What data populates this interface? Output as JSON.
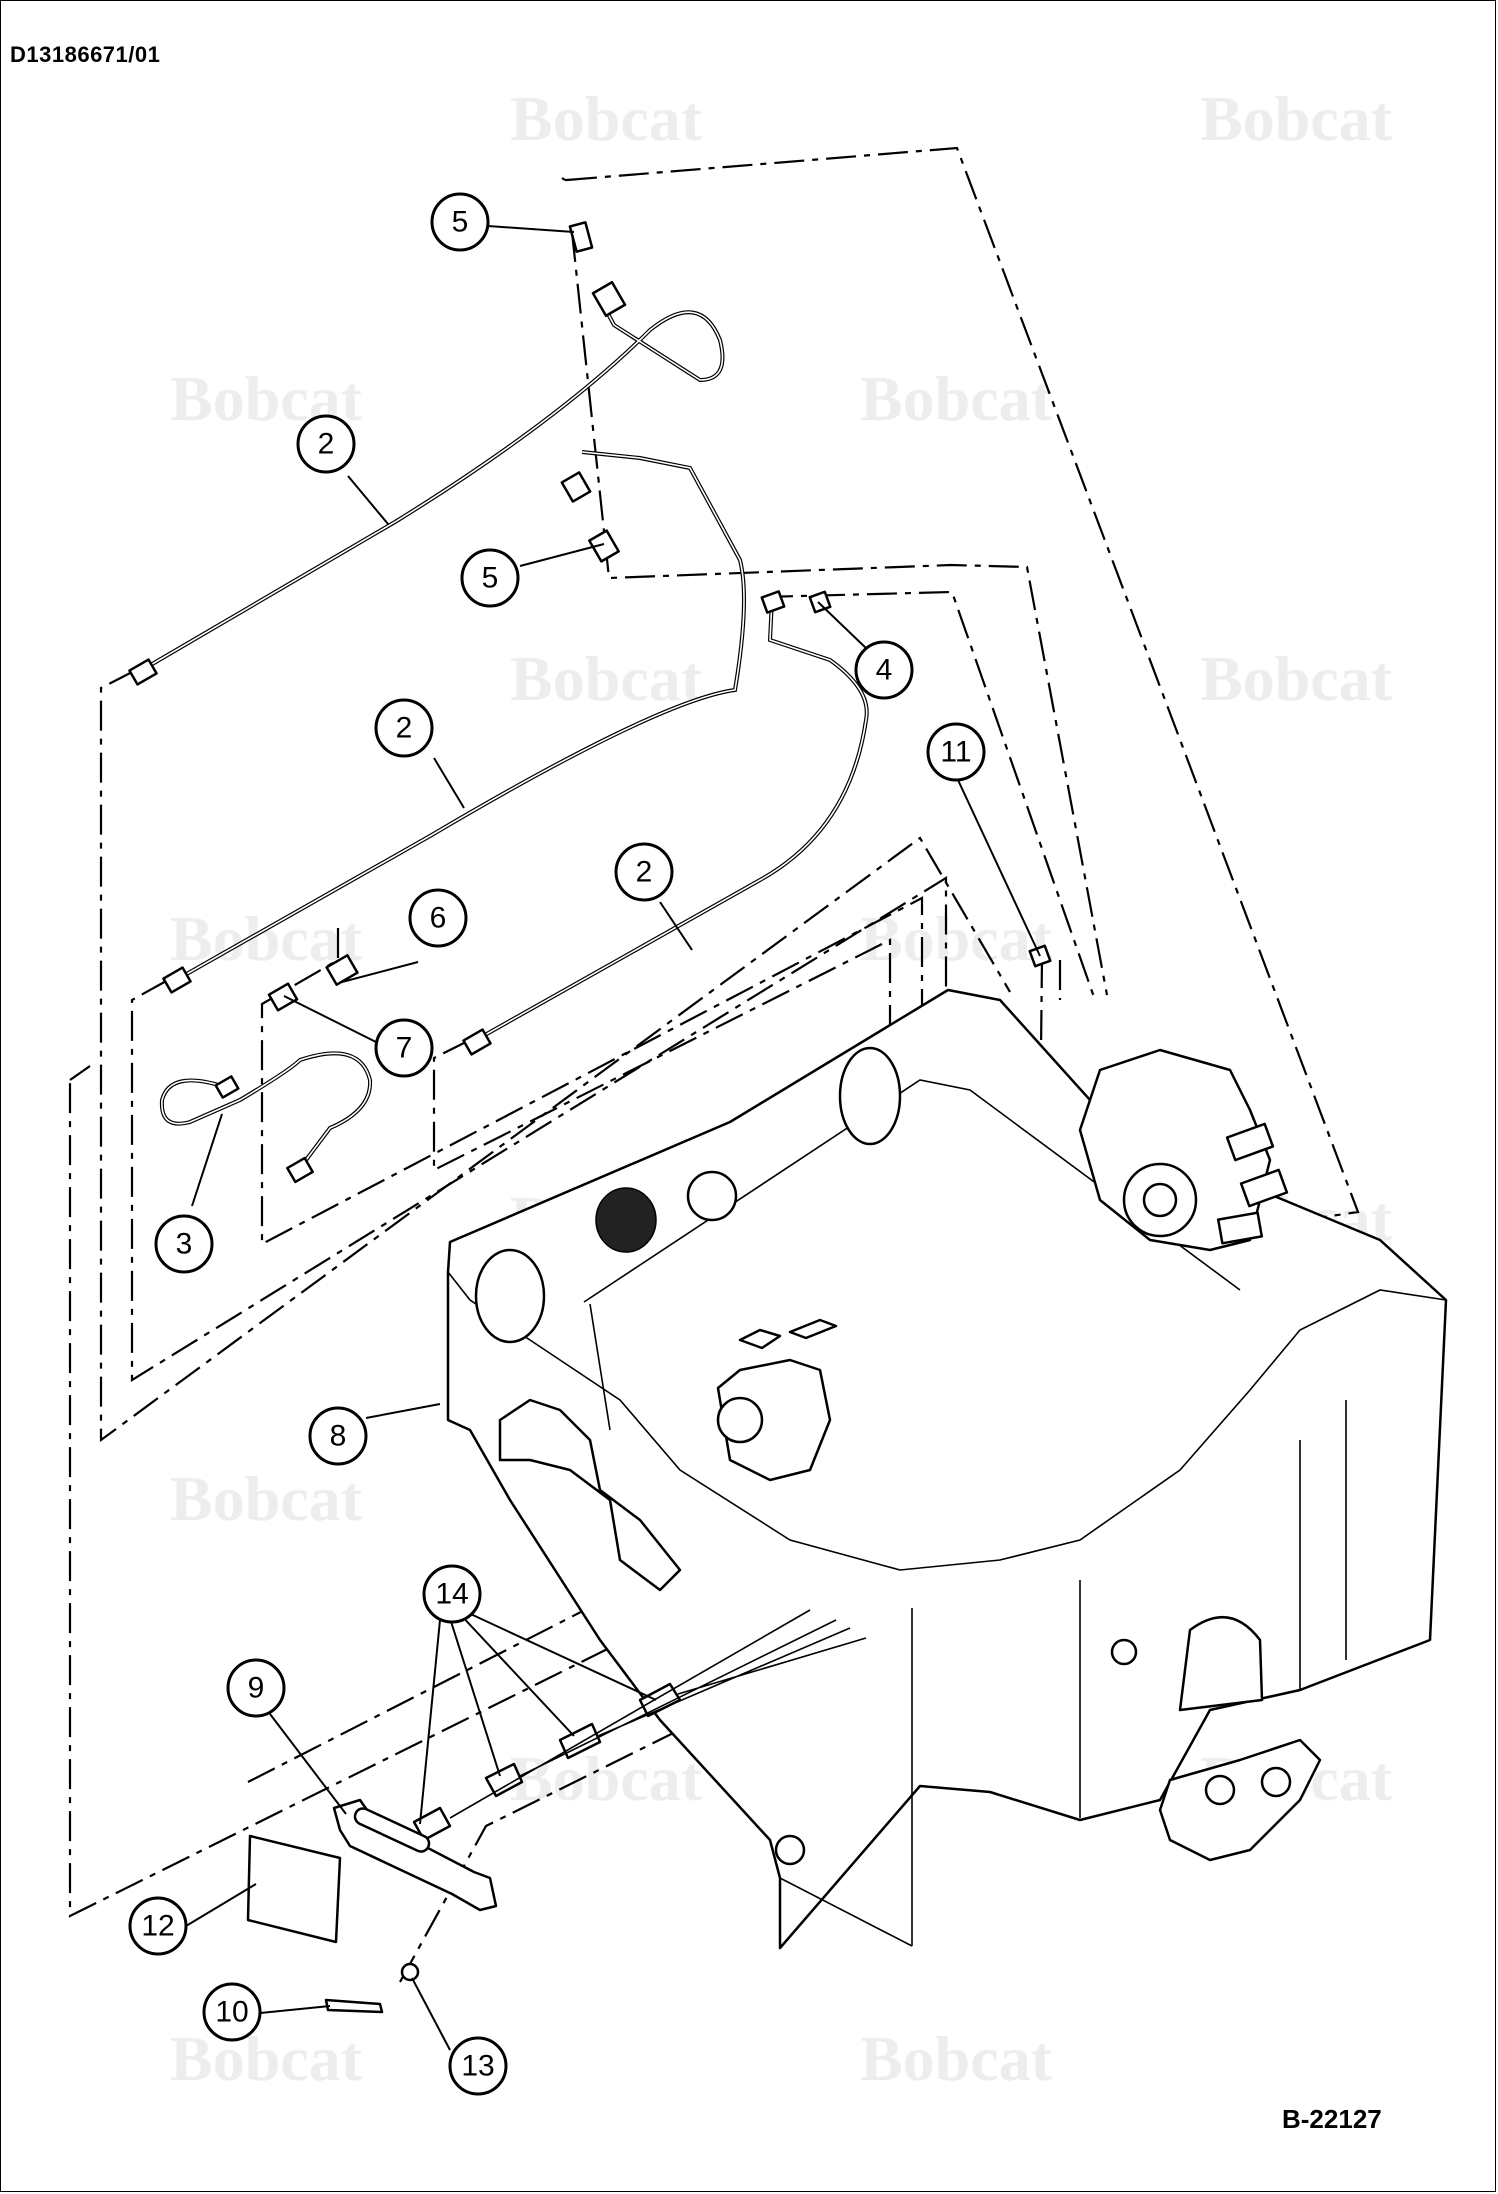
{
  "header": {
    "document_id": "D13186671/01"
  },
  "footer": {
    "reference_code": "B-22127"
  },
  "watermark": {
    "text": "Bobcat",
    "color": "#ededed"
  },
  "callouts": [
    {
      "id": "c5a",
      "label": "5"
    },
    {
      "id": "c2a",
      "label": "2"
    },
    {
      "id": "c5b",
      "label": "5"
    },
    {
      "id": "c4",
      "label": "4"
    },
    {
      "id": "c2b",
      "label": "2"
    },
    {
      "id": "c11",
      "label": "11"
    },
    {
      "id": "c2c",
      "label": "2"
    },
    {
      "id": "c6",
      "label": "6"
    },
    {
      "id": "c7",
      "label": "7"
    },
    {
      "id": "c3",
      "label": "3"
    },
    {
      "id": "c8",
      "label": "8"
    },
    {
      "id": "c14",
      "label": "14"
    },
    {
      "id": "c9",
      "label": "9"
    },
    {
      "id": "c12",
      "label": "12"
    },
    {
      "id": "c10",
      "label": "10"
    },
    {
      "id": "c13",
      "label": "13"
    }
  ]
}
